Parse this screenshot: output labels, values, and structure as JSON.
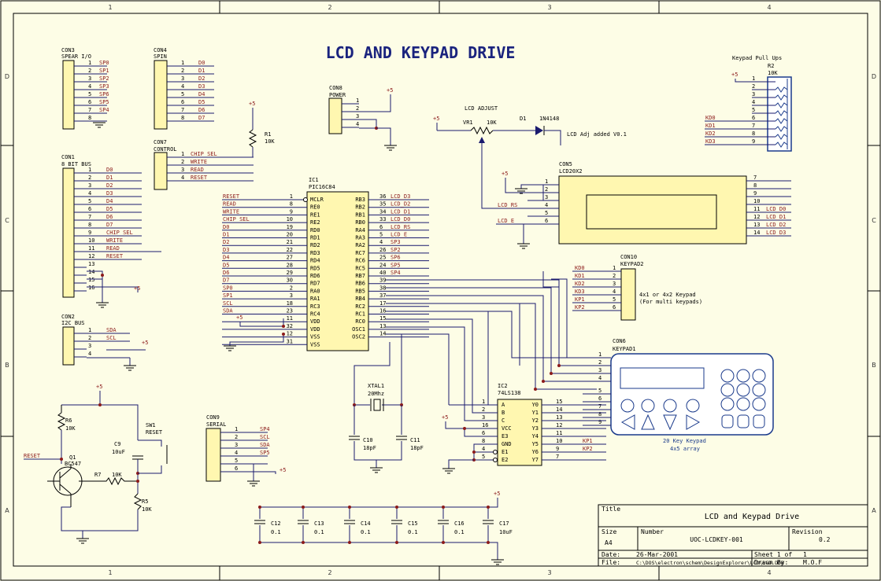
{
  "title": "LCD AND KEYPAD DRIVE",
  "border": {
    "cols": [
      "1",
      "2",
      "3",
      "4"
    ],
    "rows": [
      "D",
      "C",
      "B",
      "A"
    ]
  },
  "connectors": {
    "con3": {
      "ref": "CON3",
      "name": "SPEAR I/O",
      "pins": [
        "1",
        "2",
        "3",
        "4",
        "5",
        "6",
        "7",
        "8"
      ],
      "nets": [
        "SP0",
        "SP1",
        "SP2",
        "SP3",
        "SP6",
        "SP5",
        "SP4",
        ""
      ]
    },
    "con4": {
      "ref": "CON4",
      "name": "SPIN",
      "pins": [
        "1",
        "2",
        "3",
        "4",
        "5",
        "6",
        "7",
        "8"
      ],
      "nets": [
        "D0",
        "D1",
        "D2",
        "D3",
        "D4",
        "D5",
        "D6",
        "D7"
      ]
    },
    "con1": {
      "ref": "CON1",
      "name": "8 BIT BUS",
      "pins": [
        "1",
        "2",
        "3",
        "4",
        "5",
        "6",
        "7",
        "8",
        "9",
        "10",
        "11",
        "12",
        "13",
        "14",
        "15",
        "16"
      ],
      "nets": [
        "D0",
        "D1",
        "D2",
        "D3",
        "D4",
        "D5",
        "D6",
        "D7",
        "CHIP SEL",
        "WRITE",
        "READ",
        "RESET",
        "",
        "",
        "",
        ""
      ]
    },
    "con7": {
      "ref": "CON7",
      "name": "CONTROL",
      "pins": [
        "1",
        "2",
        "3",
        "4"
      ],
      "nets": [
        "CHIP SEL",
        "WRITE",
        "READ",
        "RESET"
      ]
    },
    "con2": {
      "ref": "CON2",
      "name": "I2C BUS",
      "pins": [
        "1",
        "2",
        "3",
        "4"
      ],
      "nets": [
        "SDA",
        "SCL",
        "",
        ""
      ]
    },
    "con8": {
      "ref": "CON8",
      "name": "POWER",
      "pins": [
        "1",
        "2",
        "3",
        "4"
      ]
    },
    "con9": {
      "ref": "CON9",
      "name": "SERIAL",
      "pins": [
        "1",
        "2",
        "3",
        "4",
        "5",
        "6"
      ],
      "nets": [
        "SP4",
        "SCL",
        "SDA",
        "SP5",
        "",
        ""
      ]
    },
    "con10": {
      "ref": "CON10",
      "name": "KEYPAD2",
      "pins": [
        "1",
        "2",
        "3",
        "4",
        "5",
        "6"
      ],
      "nets": [
        "KD0",
        "KD1",
        "KD2",
        "KD3",
        "KP1",
        "KP2"
      ],
      "note1": "4x1 or 4x2 Keypad",
      "note2": "(For multi keypads)"
    },
    "con5": {
      "ref": "CON5",
      "name": "LCD20X2",
      "left_pins": [
        "1",
        "2",
        "3",
        "4",
        "5",
        "6"
      ],
      "right_pins": [
        "7",
        "8",
        "9",
        "10",
        "11",
        "12",
        "13",
        "14"
      ],
      "left_nets": [
        "",
        "",
        "",
        "LCD_RS",
        "",
        "LCD_E"
      ],
      "right_nets": [
        "",
        "",
        "",
        "",
        "LCD_D0",
        "LCD_D1",
        "LCD_D2",
        "LCD_D3"
      ]
    },
    "con6": {
      "ref": "CON6",
      "name": "KEYPAD1",
      "pins": [
        "1",
        "2",
        "3",
        "4",
        "5",
        "6",
        "7",
        "8",
        "9"
      ],
      "caption1": "20 Key Keypad",
      "caption2": "4x5 array"
    }
  },
  "pullups": {
    "label": "Keypad Pull Ups",
    "ref": "R2",
    "value": "10K",
    "pins": [
      "1",
      "2",
      "3",
      "4",
      "5",
      "6",
      "7",
      "8",
      "9"
    ],
    "nets": [
      "KD0",
      "KD1",
      "KD2",
      "KD3"
    ]
  },
  "ic1": {
    "ref": "IC1",
    "part": "PIC16C84",
    "left_pins": [
      "1",
      "8",
      "9",
      "10",
      "19",
      "20",
      "21",
      "22",
      "27",
      "28",
      "29",
      "30",
      "2",
      "3",
      "18",
      "23",
      "11",
      "32",
      "12",
      "31"
    ],
    "left_names": [
      "MCLR",
      "RE0",
      "RE1",
      "RE2",
      "RD0",
      "RD1",
      "RD2",
      "RD3",
      "RD4",
      "RD5",
      "RD6",
      "RD7",
      "RA0",
      "RA1",
      "RC3",
      "RC4",
      "VDD",
      "VDD",
      "VSS",
      "VSS"
    ],
    "left_nets": [
      "RESET",
      "READ",
      "WRITE",
      "CHIP SEL",
      "D0",
      "D1",
      "D2",
      "D3",
      "D4",
      "D5",
      "D6",
      "D7",
      "SP0",
      "SP1",
      "SCL",
      "SDA",
      "",
      "",
      "",
      ""
    ],
    "right_pins": [
      "36",
      "35",
      "34",
      "33",
      "6",
      "5",
      "4",
      "26",
      "25",
      "24",
      "40",
      "39",
      "38",
      "37",
      "17",
      "16",
      "15",
      "13",
      "14"
    ],
    "right_names": [
      "RB3",
      "RB2",
      "RB1",
      "RB0",
      "RA4",
      "RA3",
      "RA2",
      "RC7",
      "RC6",
      "RC5",
      "RB7",
      "RB6",
      "RB5",
      "RB4",
      "RC2",
      "RC1",
      "RC0",
      "OSC1",
      "OSC2"
    ],
    "right_nets": [
      "LCD_D3",
      "LCD_D2",
      "LCD_D1",
      "LCD_D0",
      "LCD_RS",
      "LCD_E",
      "SP3",
      "SP2",
      "SP6",
      "SP5",
      "SP4",
      "",
      "",
      "",
      "",
      "",
      "",
      "",
      ""
    ]
  },
  "ic2": {
    "ref": "IC2",
    "part": "74LS138",
    "left_pins": [
      "1",
      "2",
      "3",
      "16",
      "6",
      "8",
      "4",
      "5"
    ],
    "left_names": [
      "A",
      "B",
      "C",
      "VCC",
      "E3",
      "GND",
      "E1",
      "E2"
    ],
    "right_pins": [
      "15",
      "14",
      "13",
      "12",
      "11",
      "10",
      "9",
      "7"
    ],
    "right_names": [
      "Y0",
      "Y1",
      "Y2",
      "Y3",
      "Y4",
      "Y5",
      "Y6",
      "Y7"
    ],
    "right_nets": [
      "",
      "",
      "",
      "",
      "",
      "KP1",
      "KP2",
      ""
    ]
  },
  "parts": {
    "r1": {
      "ref": "R1",
      "value": "10K"
    },
    "vr1": {
      "ref": "VR1",
      "value": "10K",
      "label": "LCD ADJUST"
    },
    "d1": {
      "ref": "D1",
      "value": "1N4148",
      "note": "LCD Adj added V0.1"
    },
    "xtal": {
      "ref": "XTAL1",
      "value": "20Mhz"
    },
    "c10": {
      "ref": "C10",
      "value": "18pF"
    },
    "c11": {
      "ref": "C11",
      "value": "18pF"
    },
    "r6": {
      "ref": "R6",
      "value": "10K"
    },
    "r7": {
      "ref": "R7",
      "value": "10K"
    },
    "r5": {
      "ref": "R5",
      "value": "10K"
    },
    "q1": {
      "ref": "Q1",
      "value": "BC547"
    },
    "c9": {
      "ref": "C9",
      "value": "10uF"
    },
    "sw1": {
      "ref": "SW1",
      "value": "RESET"
    },
    "caps": [
      {
        "ref": "C12",
        "value": "0.1"
      },
      {
        "ref": "C13",
        "value": "0.1"
      },
      {
        "ref": "C14",
        "value": "0.1"
      },
      {
        "ref": "C15",
        "value": "0.1"
      },
      {
        "ref": "C16",
        "value": "0.1"
      },
      {
        "ref": "C17",
        "value": "10uF"
      }
    ]
  },
  "labels": {
    "plus5": "+5",
    "reset_net": "RESET"
  },
  "title_block": {
    "title_label": "Title",
    "title": "LCD and Keypad Drive",
    "size_label": "Size",
    "size": "A4",
    "number_label": "Number",
    "number": "UOC-LCDKEY-001",
    "revision_label": "Revision",
    "revision": "0.2",
    "date_label": "Date:",
    "date": "26-Mar-2001",
    "sheet_label": "Sheet 1 of",
    "sheet": "1",
    "file_label": "File:",
    "file": "C:\\DOS\\electron\\schem\\DesignExplorer\\LCD\\LCD.DDB",
    "drawn_label": "Drawn By:",
    "drawn": "M.O.F"
  }
}
